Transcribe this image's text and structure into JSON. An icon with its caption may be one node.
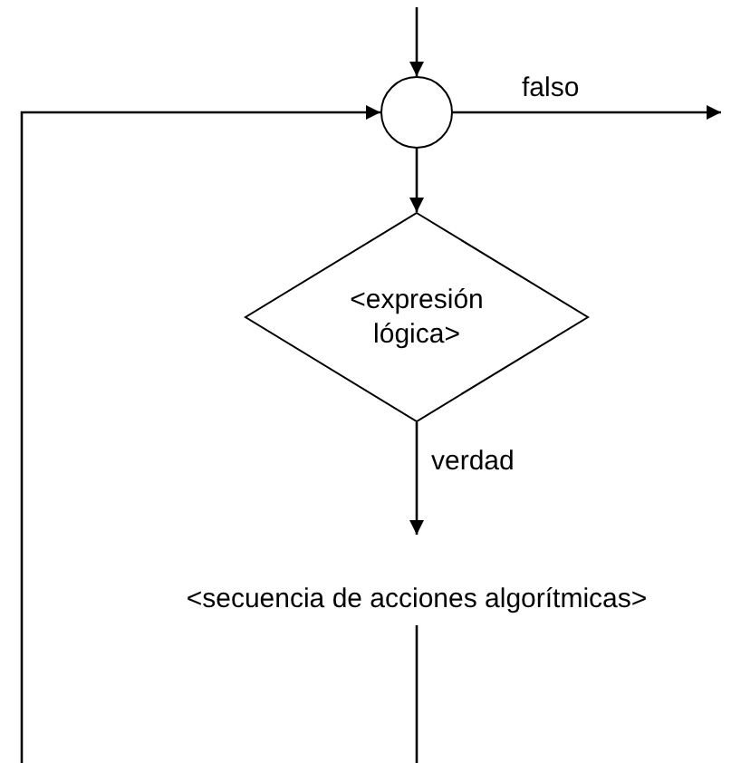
{
  "diagram": {
    "nodes": [
      {
        "text": [],
        "shape": "circle"
      },
      {
        "text": [
          "<expresión lógica>"
        ]
      },
      {
        "text": [
          "<secuencia de acciones algorítmicas>"
        ]
      }
    ],
    "edges": [
      {
        "from": null,
        "to": 0,
        "arrow": "to"
      },
      {
        "from": 0,
        "to": null,
        "label": "falso",
        "arrow": "to"
      },
      {
        "from": 0,
        "to": 1,
        "arrow": "to"
      },
      {
        "from": 1,
        "to": 2,
        "label": "verdad",
        "arrow": "to"
      },
      {
        "from": 2,
        "to": 0,
        "arrow": "to"
      }
    ]
  }
}
